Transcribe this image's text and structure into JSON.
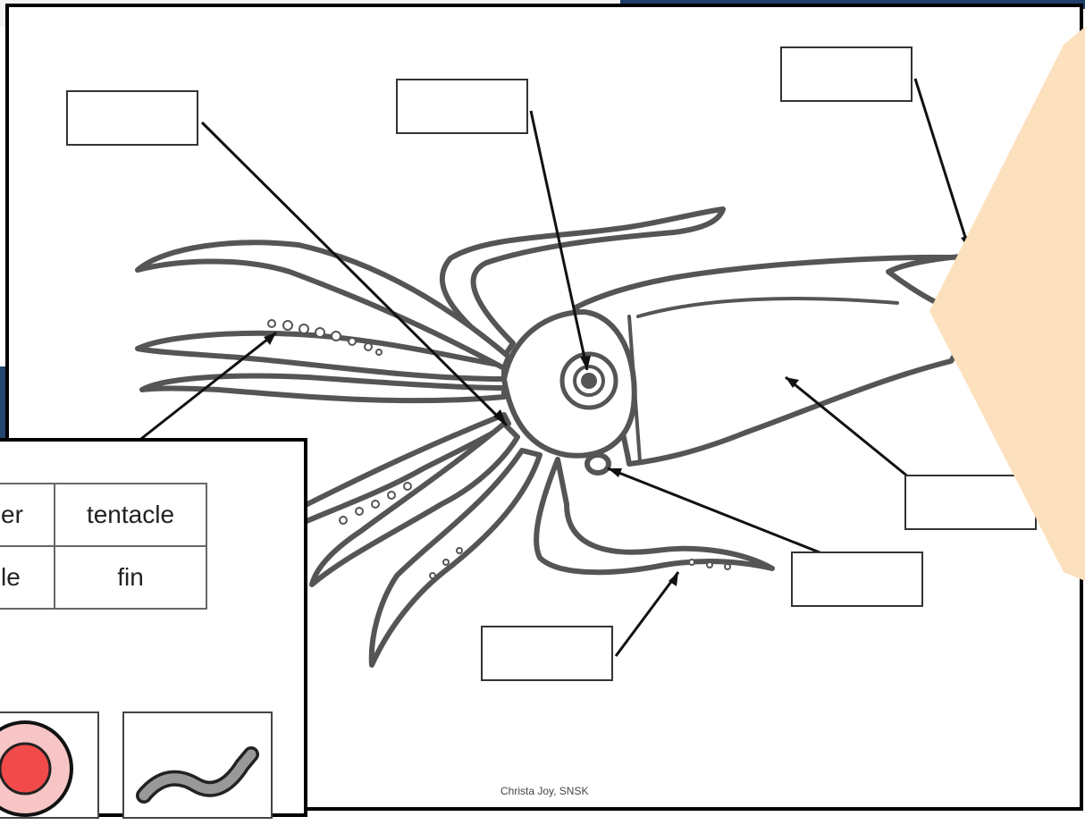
{
  "diagram": {
    "label_boxes": [
      "",
      "",
      "",
      "",
      "",
      "",
      ""
    ]
  },
  "credit": "Christa Joy, SNSK",
  "word_bank": {
    "rows": [
      [
        "er",
        "tentacle"
      ],
      [
        "le",
        "fin"
      ]
    ]
  },
  "symbols": [
    {
      "icon": "circle-target-icon",
      "color": "#f04a4a"
    },
    {
      "icon": "worm-icon",
      "color": "#999999"
    }
  ],
  "colors": {
    "peach": "#fde0bd",
    "frame_blue": "#1f3f6a"
  }
}
